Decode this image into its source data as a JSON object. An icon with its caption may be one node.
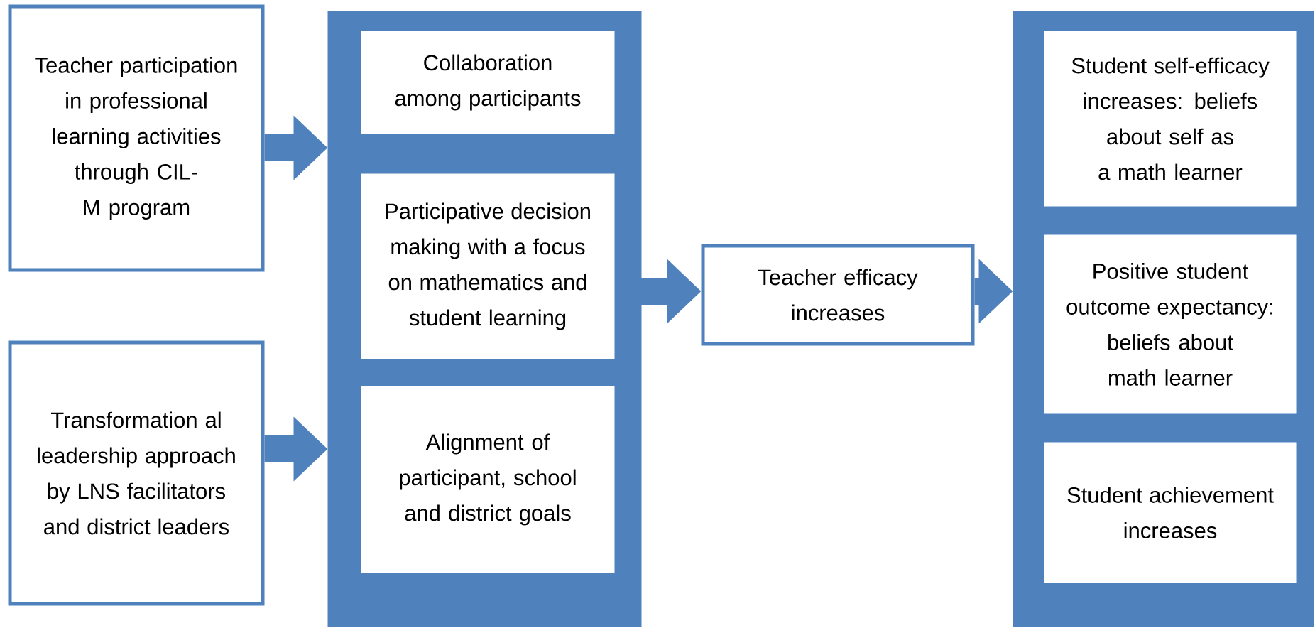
{
  "diagram": {
    "nodes": [
      {
        "text": [
          "Teacher participation in professional learning activities through CIL-M program"
        ]
      },
      {
        "text": [
          "Transformation al leadership approach by LNS facilitators and district leaders"
        ]
      },
      {
        "text": [],
        "shape": "box"
      },
      {
        "text": [
          "Collaboration among participants"
        ],
        "in": 2
      },
      {
        "text": [
          "Participative decision making with a focus on mathematics and student learning"
        ],
        "in": 2
      },
      {
        "text": [
          "Alignment of participant, school and district goals"
        ],
        "in": 2
      },
      {
        "text": [
          "Teacher efficacy increases"
        ]
      },
      {
        "text": [],
        "shape": "box"
      },
      {
        "text": [
          "Student self-efficacy increases: beliefs about self as a math learner"
        ],
        "in": 7
      },
      {
        "text": [
          "Positive student outcome expectancy: beliefs about math learner"
        ],
        "in": 7
      },
      {
        "text": [
          "Student achievement increases"
        ],
        "in": 7
      }
    ],
    "edges": [
      {
        "from": 0,
        "to": 2,
        "arrow": "to"
      },
      {
        "from": 1,
        "to": 2,
        "arrow": "to"
      },
      {
        "from": 4,
        "to": 6,
        "arrow": "to"
      },
      {
        "from": 6,
        "to": 7,
        "arrow": "to"
      }
    ]
  }
}
